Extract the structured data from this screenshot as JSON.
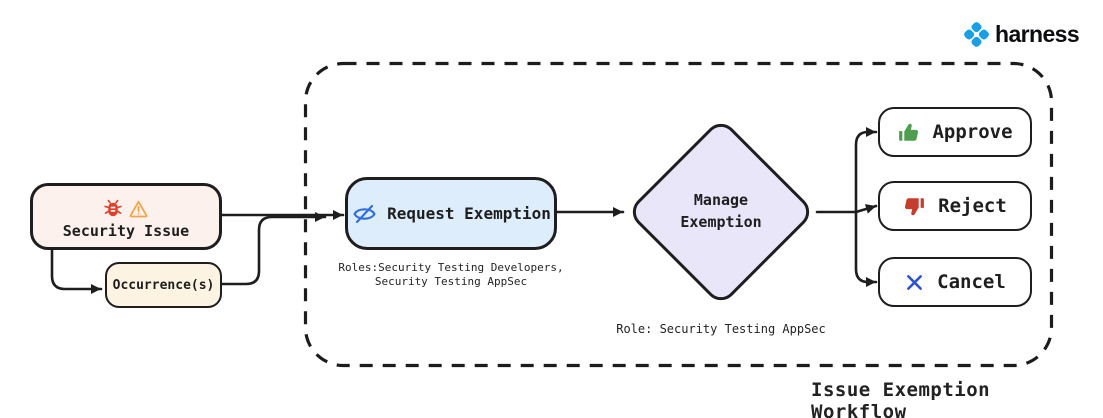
{
  "brand": {
    "wordmark": "harness"
  },
  "diagram": {
    "caption": "Issue Exemption Workflow",
    "security_issue": {
      "label": "Security Issue"
    },
    "occurrences": {
      "label": "Occurrence(s)"
    },
    "request_exemption": {
      "label": "Request Exemption",
      "roles_line1": "Roles:Security Testing Developers,",
      "roles_line2": "Security Testing AppSec"
    },
    "manage_exemption": {
      "label_line1": "Manage",
      "label_line2": "Exemption",
      "role_note": "Role: Security Testing AppSec"
    },
    "actions": [
      {
        "label": "Approve"
      },
      {
        "label": "Reject"
      },
      {
        "label": "Cancel"
      }
    ]
  },
  "colors": {
    "line": "#1e1e1e",
    "brand_blue": "#1a9fe6",
    "bug_red": "#df412a",
    "warning_orange": "#f2a444",
    "eye_blue": "#2e6ede",
    "approve_green": "#4f9e4f",
    "reject_red": "#c63d2d",
    "cancel_blue": "#2b52d6",
    "security_issue_fill": "#fdf1ee",
    "occurrences_fill": "#fcf3e2",
    "request_fill": "#ddedfb",
    "manage_fill": "#e9e6fa",
    "action_fill": "#ffffff"
  }
}
